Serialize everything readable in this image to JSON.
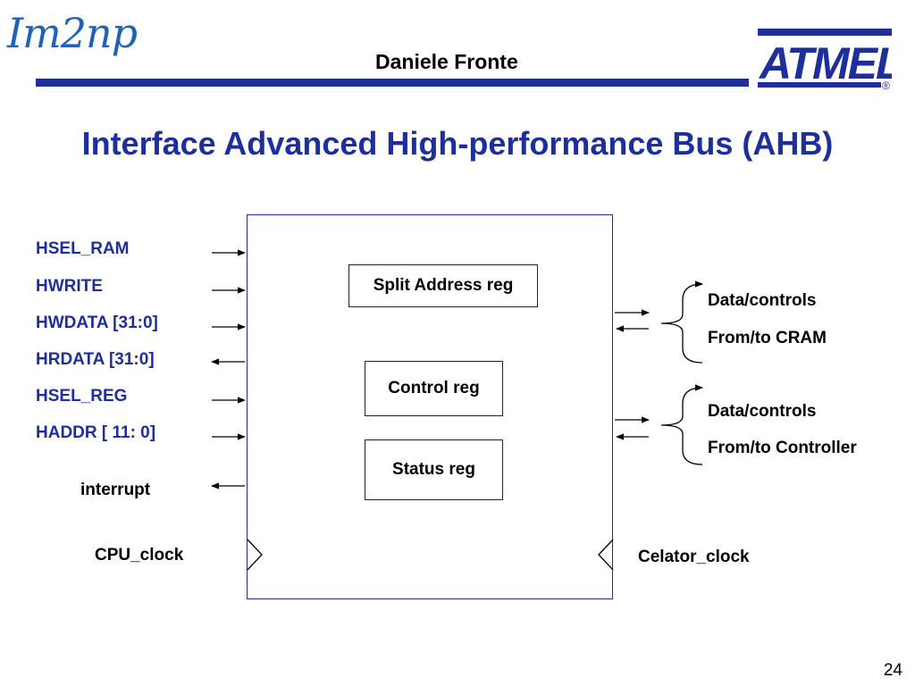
{
  "header": {
    "logo_left_text": "Im2np",
    "author": "Daniele Fronte",
    "logo_right_text": "ATMEL"
  },
  "title": "Interface Advanced High-performance Bus (AHB)",
  "signals_left": [
    {
      "label": "HSEL_RAM",
      "direction": "in"
    },
    {
      "label": "HWRITE",
      "direction": "in"
    },
    {
      "label": "HWDATA [31:0]",
      "direction": "in"
    },
    {
      "label": "HRDATA [31:0]",
      "direction": "out"
    },
    {
      "label": "HSEL_REG",
      "direction": "in"
    },
    {
      "label": "HADDR [ 11: 0]",
      "direction": "in"
    }
  ],
  "interrupt_label": "interrupt",
  "cpu_clock_label": "CPU_clock",
  "celator_clock_label": "Celator_clock",
  "registers": {
    "split_address": "Split Address reg",
    "control": "Control reg",
    "status": "Status reg"
  },
  "right_groups": [
    {
      "line1": "Data/controls",
      "line2": "From/to CRAM"
    },
    {
      "line1": "Data/controls",
      "line2": "From/to Controller"
    }
  ],
  "page_number": "24",
  "colors": {
    "accent": "#1c2f9b",
    "logo": "#1f63b7"
  }
}
